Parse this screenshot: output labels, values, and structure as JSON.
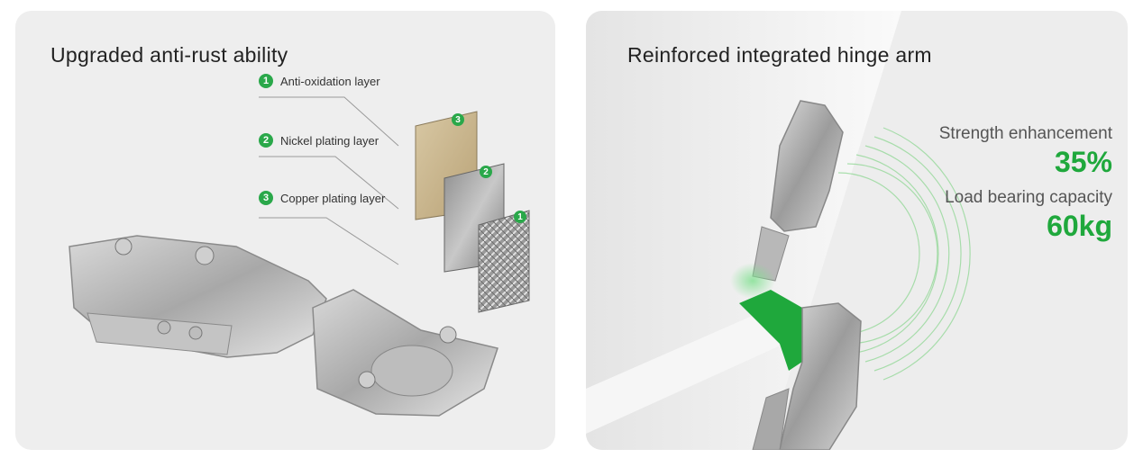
{
  "left_panel": {
    "title": "Upgraded anti-rust ability",
    "layers": [
      {
        "number": "1",
        "label": "Anti-oxidation layer"
      },
      {
        "number": "2",
        "label": "Nickel plating layer"
      },
      {
        "number": "3",
        "label": "Copper plating layer"
      }
    ],
    "plate_badges": [
      "3",
      "2",
      "1"
    ]
  },
  "right_panel": {
    "title": "Reinforced integrated hinge arm",
    "stats": [
      {
        "label": "Strength enhancement",
        "value": "35%"
      },
      {
        "label": "Load bearing capacity",
        "value": "60kg"
      }
    ]
  },
  "colors": {
    "accent_green": "#1fa83c",
    "badge_green": "#2aa84a",
    "panel_bg": "#eeeeee"
  }
}
